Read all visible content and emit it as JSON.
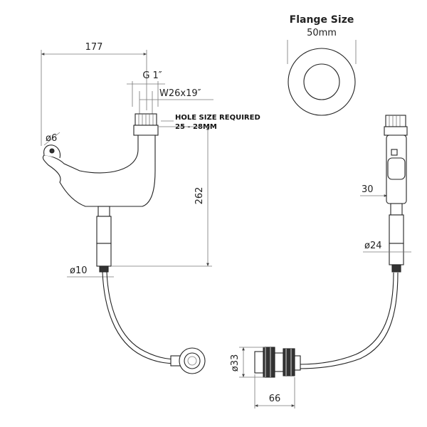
{
  "flange": {
    "title": "Flange Size",
    "size": "50mm"
  },
  "dimensions": {
    "width_177": "177",
    "thread": "G 1″",
    "hex": "W26x19″",
    "hole_diameter": "ø6",
    "height_262": "262",
    "hose_diameter": "ø10",
    "body_width": "30",
    "body_diameter": "ø24",
    "valve_diameter": "ø33",
    "valve_length": "66"
  },
  "notes": {
    "hole_line1": "HOLE SIZE REQUIRED",
    "hole_line2": "25 - 28MM"
  }
}
